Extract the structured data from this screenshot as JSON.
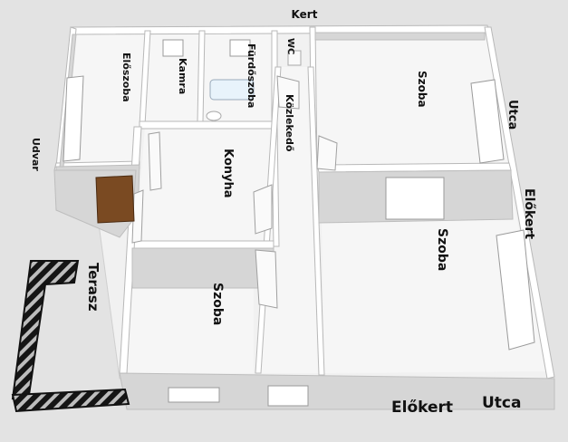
{
  "labels": {
    "kert": "Kert",
    "wc": "WC",
    "eloszoba": "Előszoba",
    "kamra": "Kamra",
    "furdoszoba": "Fürdőszoba",
    "kozlekedo": "Közlekedő",
    "szoba_top_right": "Szoba",
    "utca_right": "Utca",
    "udvar": "Udvar",
    "konyha": "Konyha",
    "elokert_right": "Előkert",
    "szoba_mid_right": "Szoba",
    "terasz": "Terasz",
    "szoba_bottom_left": "Szoba",
    "elokert_bottom": "Előkert",
    "utca_bottom": "Utca"
  },
  "colors": {
    "background": "#e3e3e3",
    "floor": "#f3f3f3",
    "wall_top": "#ffffff",
    "wall_face": "#d9d9d9",
    "door_brown": "#7a4a22",
    "railing": "#151515"
  }
}
